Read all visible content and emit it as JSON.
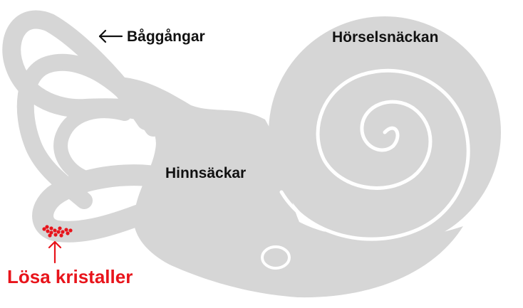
{
  "labels": {
    "semicircular_canals": "Båggångar",
    "cochlea": "Hörselsnäckan",
    "vestibule": "Hinnsäckar",
    "loose_crystals": "Lösa kristaller"
  },
  "colors": {
    "organ": "#d6d6d6",
    "spiral": "#ffffff",
    "text": "#111111",
    "crystals": "#e8141b",
    "background": "#ffffff"
  },
  "icons": {
    "canal_pointer": "arrow-left-icon",
    "crystal_pointer": "arrow-up-icon"
  }
}
